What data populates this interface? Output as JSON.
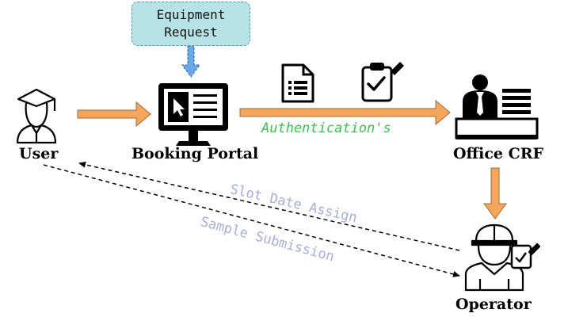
{
  "nodes": {
    "user": "User",
    "portal": "Booking Portal",
    "office": "Office CRF",
    "operator": "Operator"
  },
  "note": {
    "line1": "Equipment",
    "line2": "Request"
  },
  "edges": {
    "authentication": "Authentication's",
    "slot": "Slot Date Assign",
    "sample": "Sample Submission"
  },
  "colors": {
    "arrow_orange": "#f5a65b",
    "note_fill": "#b7e3e6",
    "auth_text": "#3cc050",
    "dashed_label": "#a7aed8",
    "note_arrow": "#6aa8e8"
  }
}
